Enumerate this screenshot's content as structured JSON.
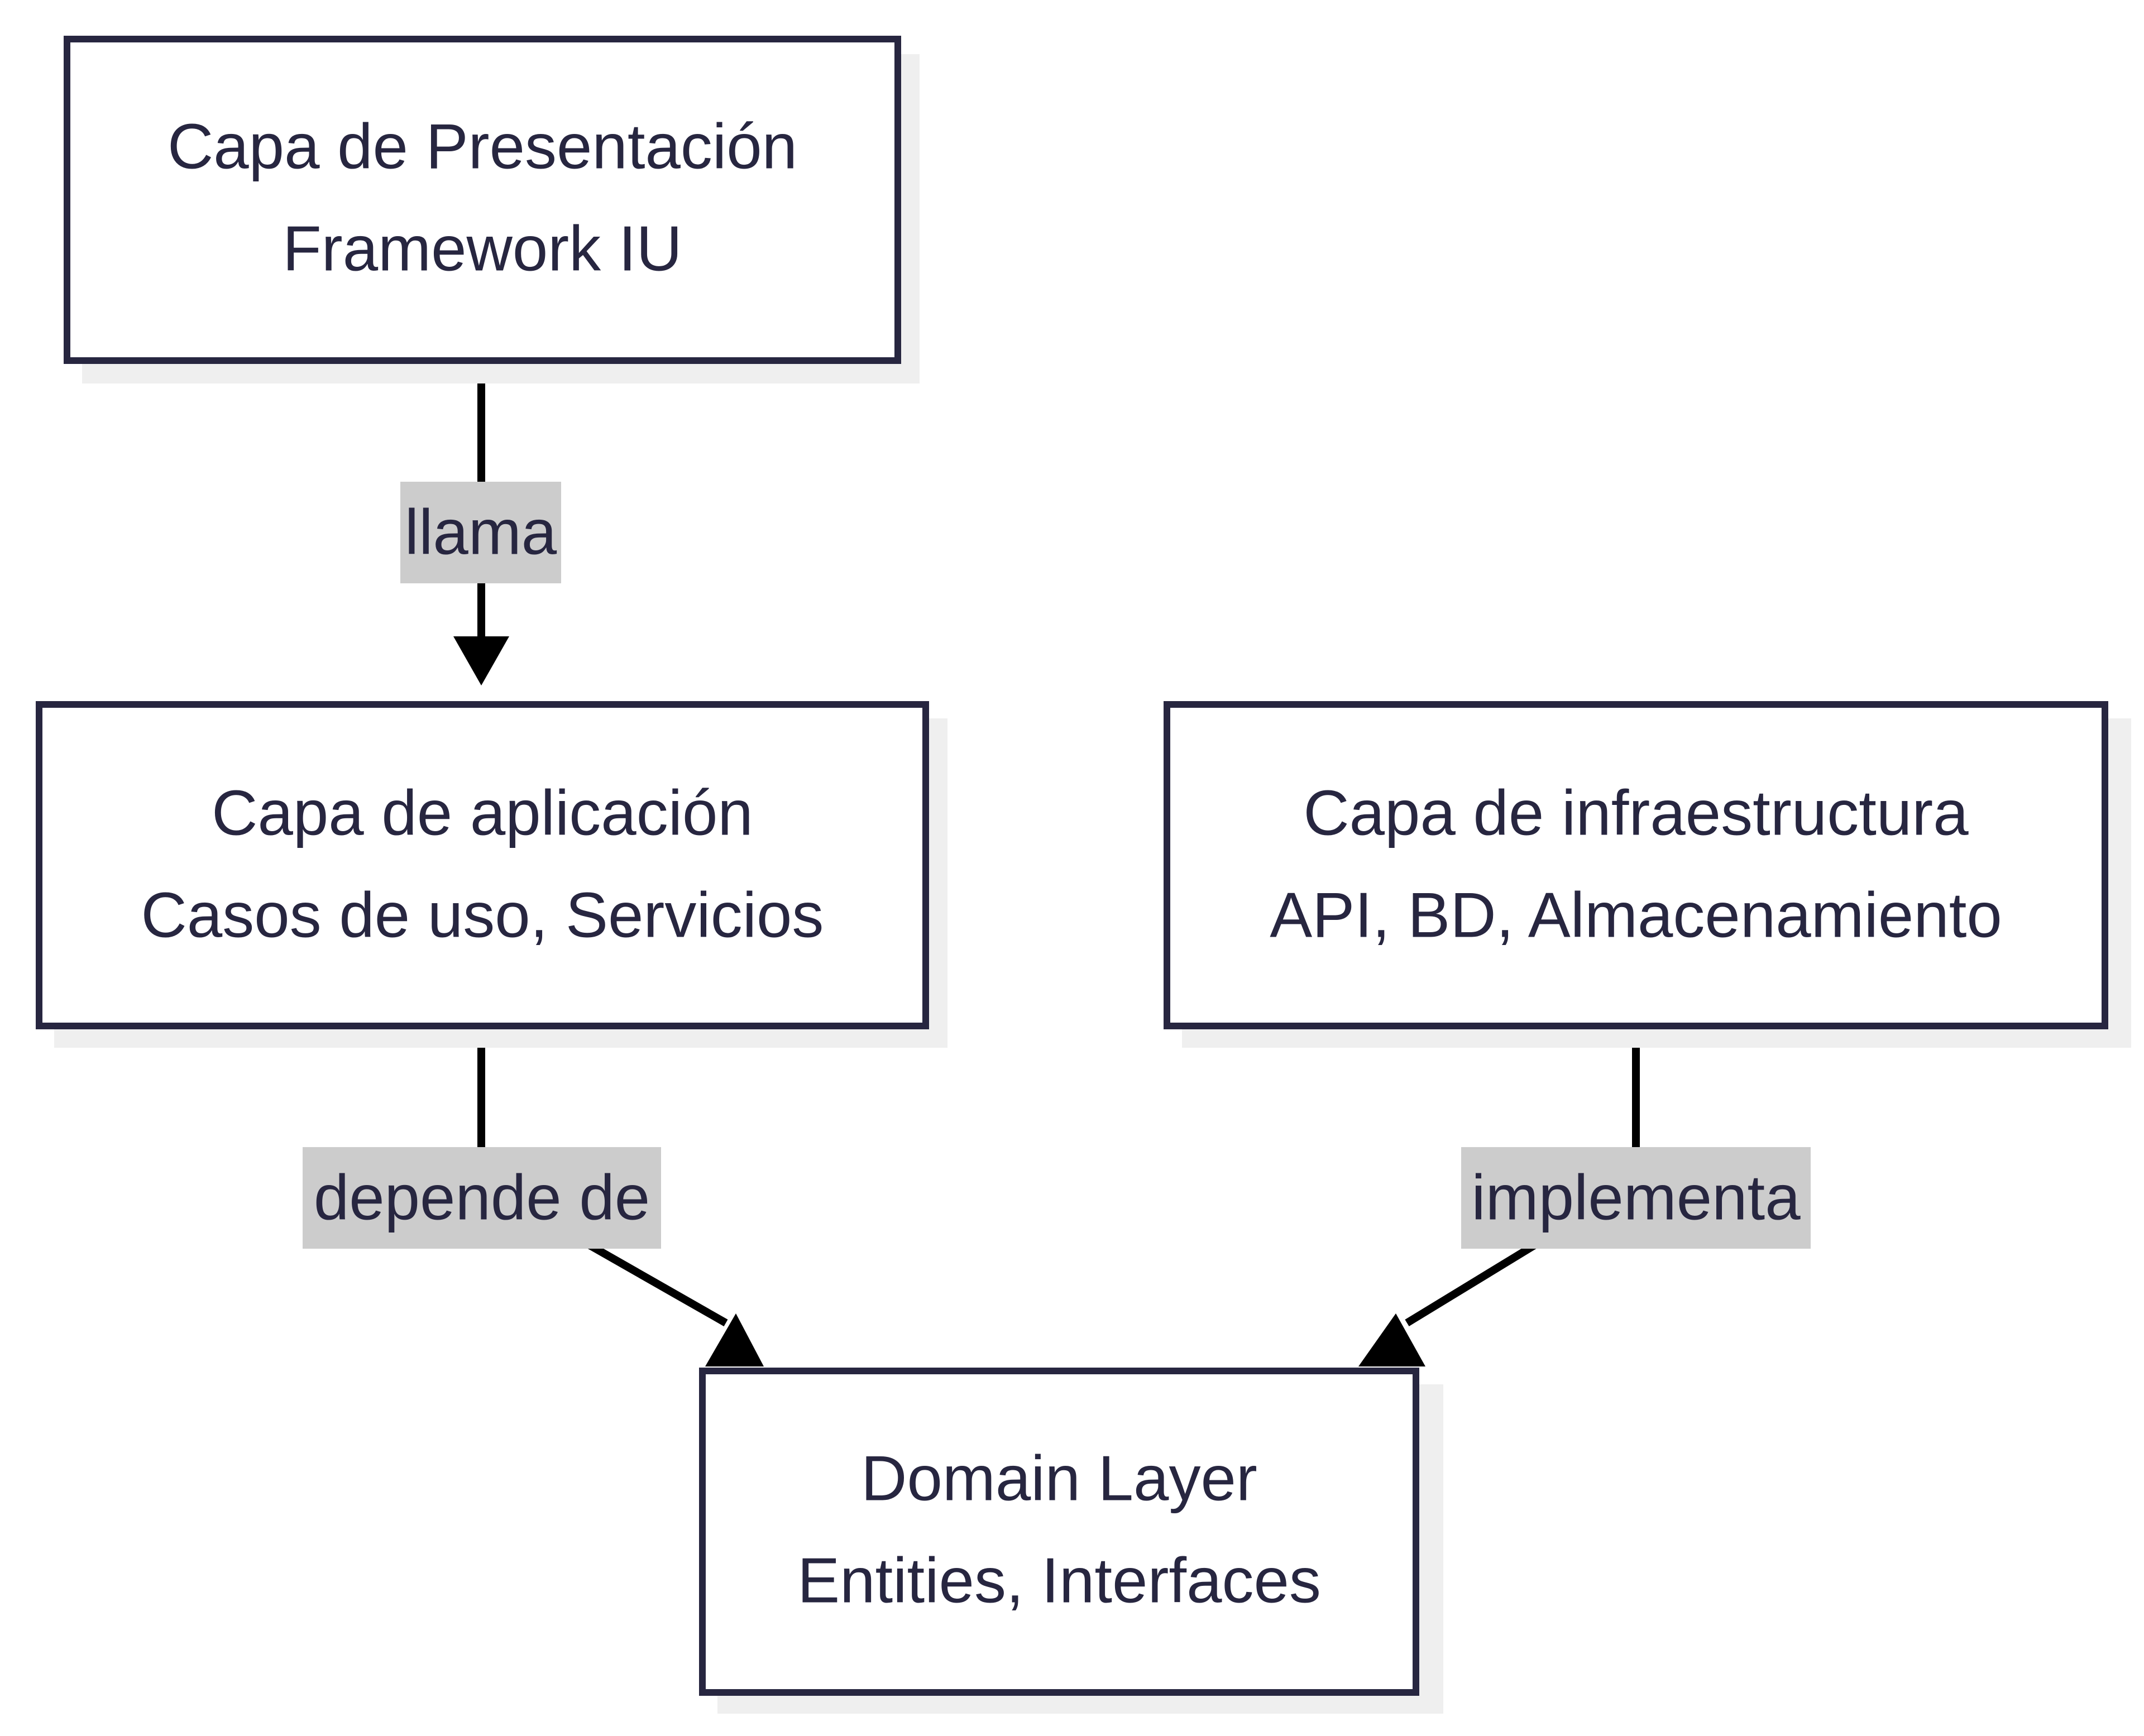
{
  "diagram": {
    "nodes": {
      "presentation": {
        "line1": "Capa de Presentación",
        "line2": "Framework IU"
      },
      "application": {
        "line1": "Capa de aplicación",
        "line2": "Casos de uso, Servicios"
      },
      "infrastructure": {
        "line1": "Capa de infraestructura",
        "line2": "API, BD, Almacenamiento"
      },
      "domain": {
        "line1": "Domain Layer",
        "line2": "Entities, Interfaces"
      }
    },
    "edges": {
      "calls": {
        "label": "llama"
      },
      "depends": {
        "label": "depende de"
      },
      "implements": {
        "label": "implementa"
      }
    },
    "colors": {
      "node_border": "#272640",
      "node_fill": "#ffffff",
      "shadow": "#efefef",
      "edge": "#000000",
      "label_background": "#cccccc",
      "text": "#272640"
    }
  }
}
